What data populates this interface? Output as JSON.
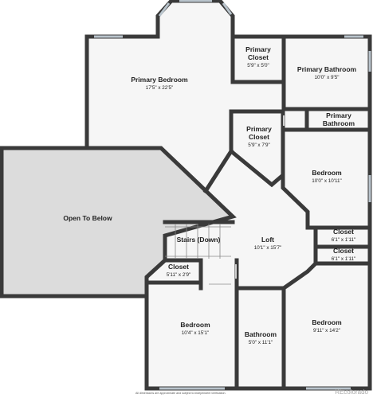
{
  "rooms": {
    "primary_bedroom": {
      "name": "Primary Bedroom",
      "dim": "17'5\" x 22'5\""
    },
    "primary_closet_top": {
      "name_line1": "Primary",
      "name_line2": "Closet",
      "dim": "5'9\" x 5'0\""
    },
    "primary_bathroom": {
      "name": "Primary Bathroom",
      "dim": "10'0\" x 9'5\""
    },
    "primary_bathroom_small": {
      "name_line1": "Primary",
      "name_line2": "Bathroom"
    },
    "primary_closet_mid": {
      "name_line1": "Primary",
      "name_line2": "Closet",
      "dim": "5'9\" x 7'9\""
    },
    "bedroom_right": {
      "name": "Bedroom",
      "dim": "10'0\" x 10'11\""
    },
    "closet_right_1": {
      "name": "Closet",
      "dim": "6'1\" x 1'11\""
    },
    "closet_right_2": {
      "name": "Closet",
      "dim": "6'1\" x 1'11\""
    },
    "open_to_below": {
      "name": "Open To Below"
    },
    "stairs": {
      "name": "Stairs (Down)"
    },
    "loft": {
      "name": "Loft",
      "dim": "10'1\" x 15'7\""
    },
    "closet_left": {
      "name": "Closet",
      "dim": "5'11\" x 2'9\""
    },
    "bedroom_bottom_left": {
      "name": "Bedroom",
      "dim": "10'4\" x 15'1\""
    },
    "bathroom": {
      "name": "Bathroom",
      "dim": "5'0\" x 11'1\""
    },
    "bedroom_bottom_right": {
      "name": "Bedroom",
      "dim": "9'11\" x 14'2\""
    }
  },
  "footer": {
    "disclaimer": "All dimensions are approximate and subject to independent verification.",
    "brand": "REcolorado"
  },
  "colors": {
    "wall": "#3a3a3a",
    "floor": "#f5f5f5",
    "open": "#dcdcdc",
    "window": "#b9c4cc"
  }
}
